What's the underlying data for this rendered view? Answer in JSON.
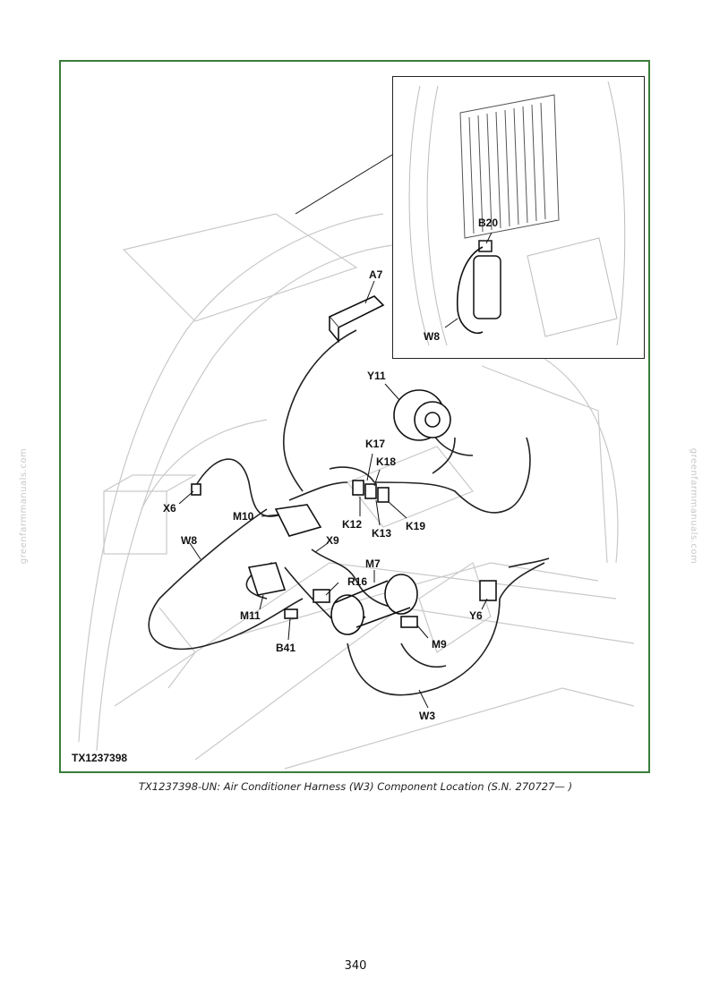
{
  "figure": {
    "id_label": "TX1237398",
    "caption": "TX1237398-UN: Air Conditioner Harness (W3) Component Location (S.N. 270727— )",
    "callouts": {
      "a7": "A7",
      "y11": "Y11",
      "k17": "K17",
      "k18": "K18",
      "k12": "K12",
      "k13": "K13",
      "k19": "K19",
      "x6": "X6",
      "m10": "M10",
      "x9": "X9",
      "w8": "W8",
      "m7": "M7",
      "r16": "R16",
      "m11": "M11",
      "y6": "Y6",
      "b41": "B41",
      "m9": "M9",
      "w3": "W3"
    },
    "inset_callouts": {
      "b20": "B20",
      "w8": "W8"
    }
  },
  "page": {
    "number": "340",
    "watermark": "greenfarmmanuals.com"
  },
  "colors": {
    "frame_border": "#3a7d3a"
  }
}
